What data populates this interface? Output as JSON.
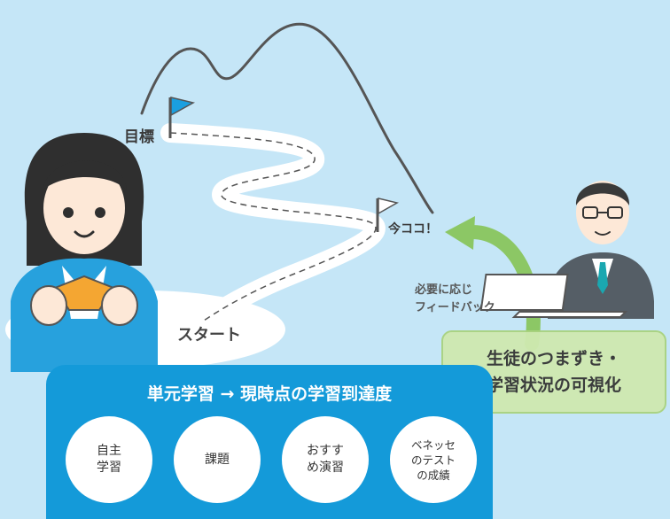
{
  "labels": {
    "goal": "目標",
    "current": "今ココ！",
    "start": "スタート",
    "feedback_line1": "必要に応じ",
    "feedback_line2": "フィードバック",
    "visualization_line1": "生徒のつまずき・",
    "visualization_line2": "学習状況の可視化"
  },
  "unit_panel": {
    "title": "単元学習 → 現時点の学習到達度",
    "items": [
      {
        "line1": "自主",
        "line2": "学習"
      },
      {
        "line1": "課題",
        "line2": ""
      },
      {
        "line1": "おすす",
        "line2": "め演習"
      },
      {
        "line1": "ベネッセ",
        "line2": "のテスト",
        "line3": "の成績"
      }
    ]
  },
  "colors": {
    "background": "#c5e6f7",
    "panel_blue": "#149ad9",
    "flag_blue": "#1a9fe0",
    "arrow_green": "#8cc765",
    "box_green": "#cfe9b0"
  }
}
